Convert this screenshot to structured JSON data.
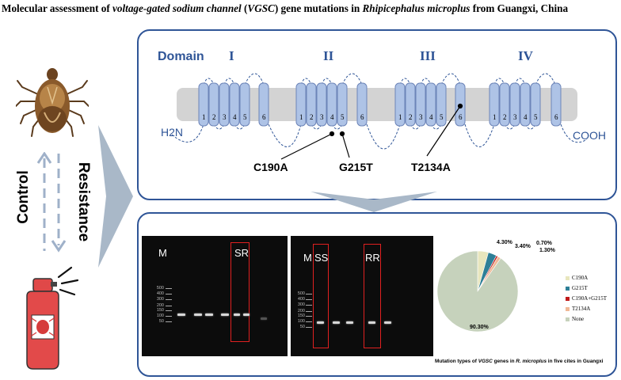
{
  "title": {
    "p1": "Molecular assessment of ",
    "p2": "voltage-gated sodium channel",
    "p3": " (",
    "p4": "VGSC",
    "p5": ") gene mutations in ",
    "p6": "Rhipicephalus microplus",
    "p7": " from Guangxi, China"
  },
  "left": {
    "control_label": "Control",
    "resistance_label": "Resistance"
  },
  "channel": {
    "domain_label": "Domain",
    "domains": [
      "I",
      "II",
      "III",
      "IV"
    ],
    "segments": [
      "1",
      "2",
      "3",
      "4",
      "5",
      "6"
    ],
    "n_terminus": "H2N",
    "c_terminus": "COOH",
    "mutations": [
      "C190A",
      "G215T",
      "T2134A"
    ]
  },
  "gels": {
    "left": {
      "marker": "M",
      "box_label": "SR",
      "ladder": [
        "500",
        "400",
        "300",
        "200",
        "150",
        "100",
        "50"
      ]
    },
    "right": {
      "marker": "M",
      "box_label_1": "SS",
      "box_label_2": "RR",
      "ladder": [
        "500",
        "400",
        "300",
        "200",
        "150",
        "100",
        "50"
      ]
    }
  },
  "chart_data": {
    "type": "pie",
    "categories": [
      "C190A",
      "G215T",
      "C190A+G215T",
      "T2134A",
      "None"
    ],
    "values": [
      4.3,
      3.4,
      0.7,
      1.3,
      90.3
    ],
    "labels": [
      "4.30%",
      "3.40%",
      "0.70%",
      "1.30%",
      "90.30%"
    ],
    "colors": [
      "#e8e6bd",
      "#2e7f97",
      "#c01a1a",
      "#f0b896",
      "#c6d2bc"
    ],
    "legend_position": "right",
    "caption": {
      "p1": "Mutation types of ",
      "p2": "VGSC",
      "p3": " genes in ",
      "p4": "R. microplus",
      "p5": " in five cites in Guangxi"
    }
  }
}
